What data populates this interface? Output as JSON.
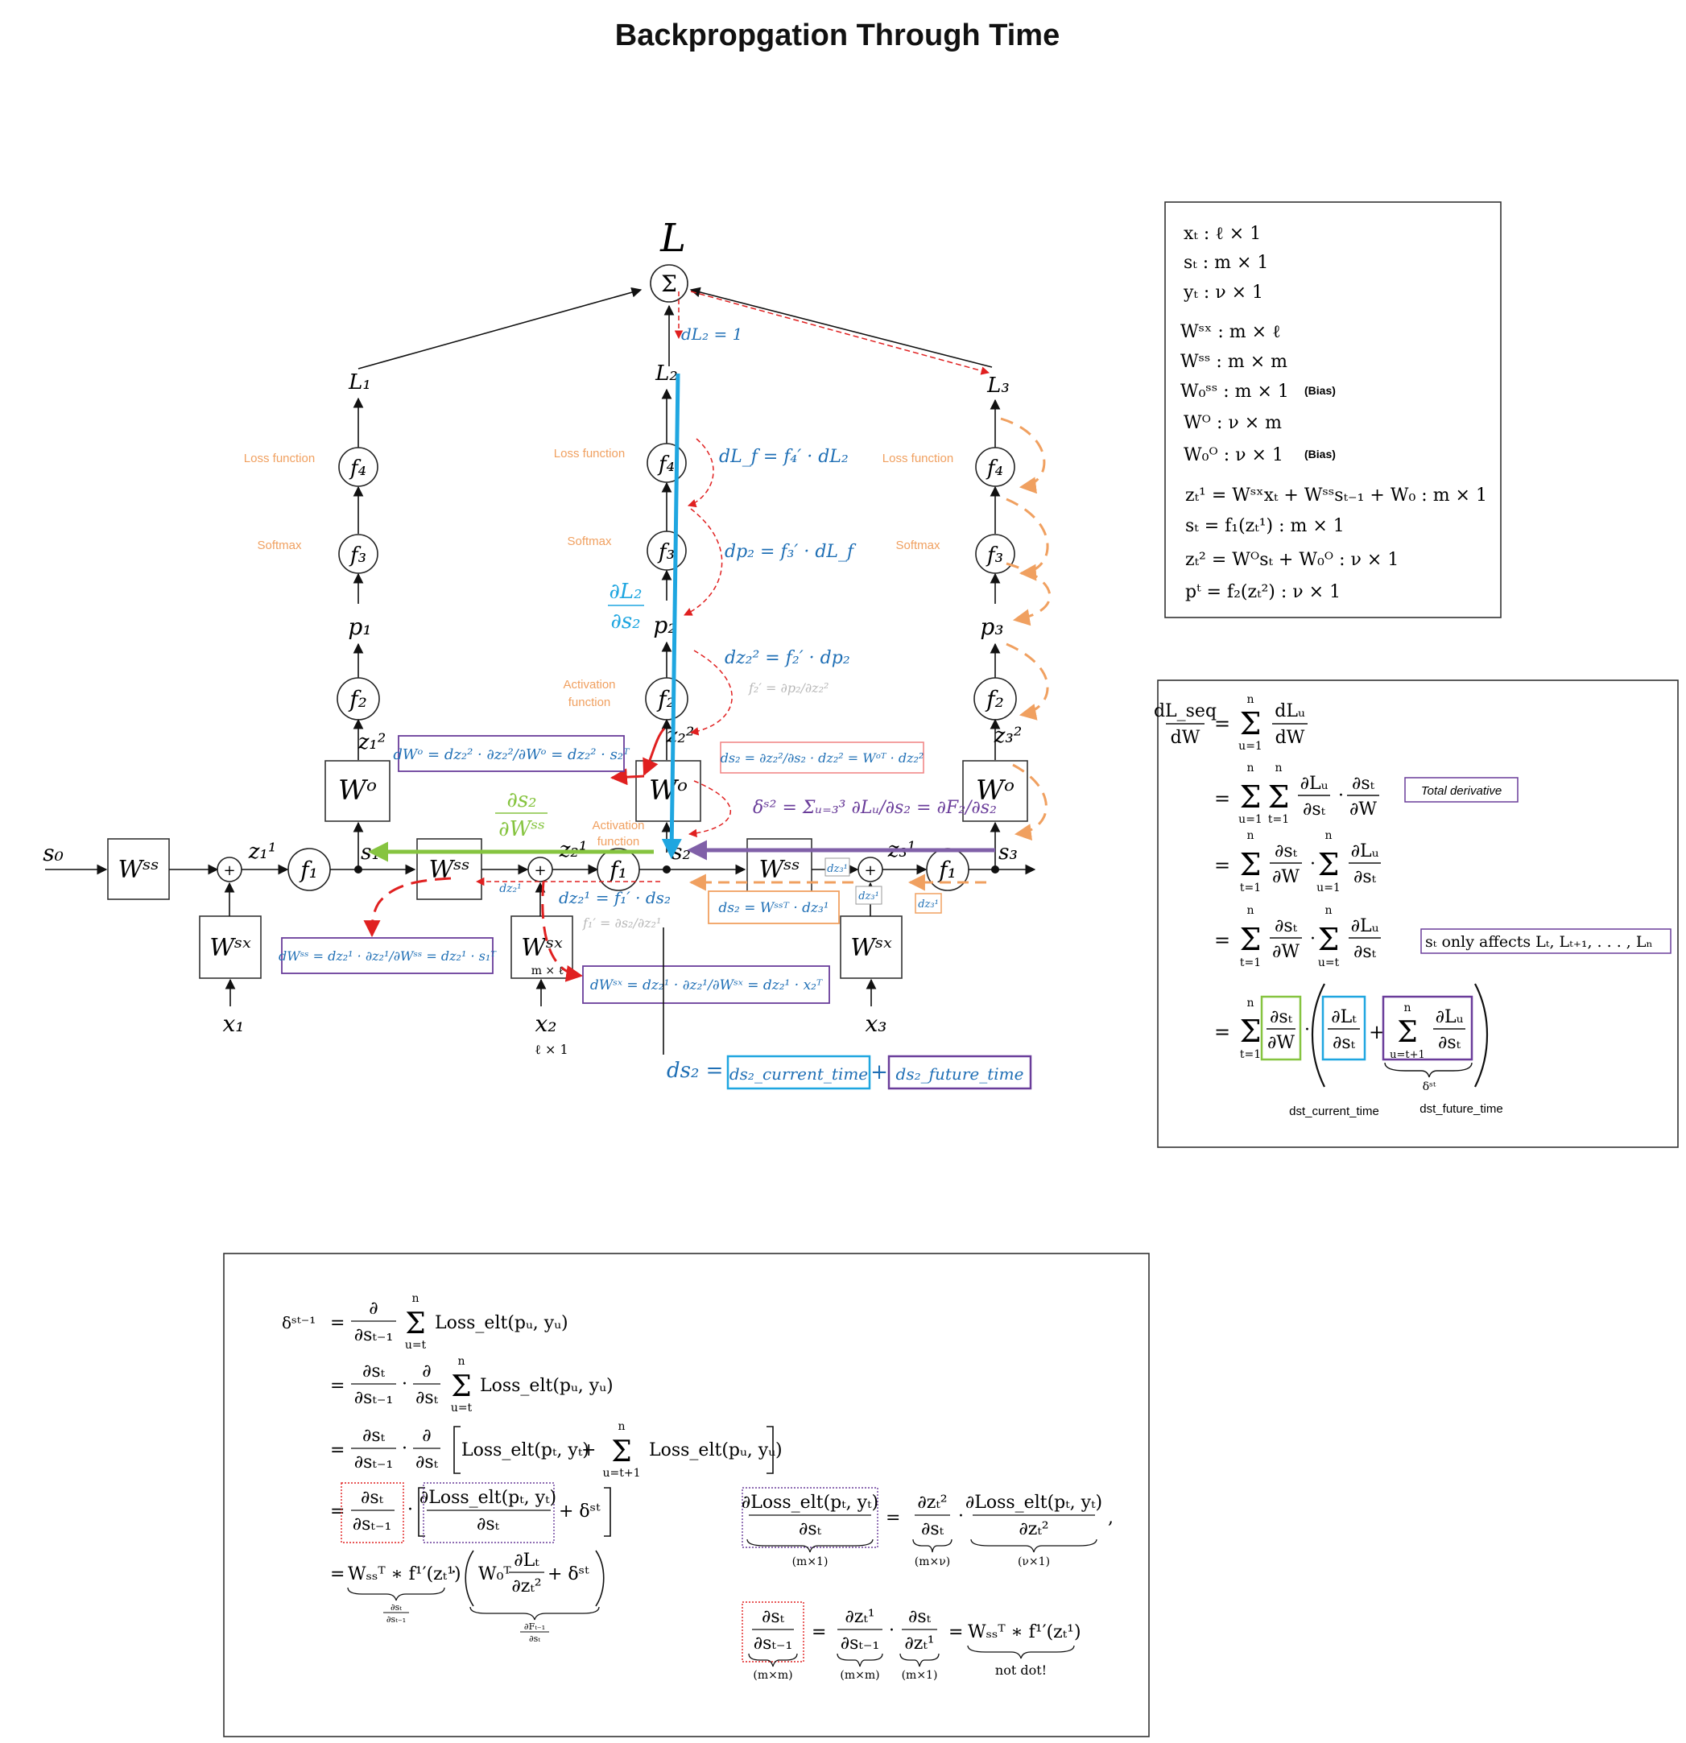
{
  "title": "Backpropgation Through Time",
  "diagram": {
    "L": "L",
    "sigma": "Σ",
    "loss_nodes": [
      "L₁",
      "L₂",
      "L₃"
    ],
    "f4": "f₄",
    "f3": "f₃",
    "f2": "f₂",
    "f1": "f₁",
    "p_nodes": [
      "p₁",
      "p₂",
      "p₃"
    ],
    "z2_nodes": [
      "z₁²",
      "z₂²",
      "z₃²"
    ],
    "z1_nodes": [
      "z₁¹",
      "z₂¹",
      "z₃¹"
    ],
    "s_nodes": [
      "s₀",
      "s₁",
      "s₂",
      "s₃"
    ],
    "x_nodes": [
      "x₁",
      "x₂",
      "x₃"
    ],
    "Wss": "Wˢˢ",
    "Wsx": "Wˢˣ",
    "Wo": "Wᵒ",
    "plus": "+",
    "label_loss": "Loss function",
    "label_softmax": "Softmax",
    "label_activation_1": "Activation",
    "label_activation_2": "function",
    "x2_dim": "ℓ × 1",
    "wsx_dim": "m × ℓ",
    "dL2": "dL₂ = 1",
    "dLf": "dL_f = f₄′ · dL₂",
    "dp2": "dp₂ = f₃′ · dL_f",
    "dz22": "dz₂² = f₂′ · dp₂",
    "f2prime": "f₂′ = ∂p₂/∂z₂²",
    "dL2_ds2_num": "∂L₂",
    "dL2_ds2_den": "∂s₂",
    "ds2_dWss_num": "∂s₂",
    "ds2_dWss_den": "∂Wˢˢ",
    "dWo_box": "dWᵒ = dz₂² · ∂z₂²/∂Wᵒ = dz₂² · s₂ᵀ",
    "ds2_box": "ds₂ = ∂z₂²/∂s₂ · dz₂² = Wᵒᵀ · dz₂²",
    "delta_s2": "δˢ² = Σᵤ₌₃³ ∂Lᵤ/∂s₂ = ∂F₂/∂s₂",
    "dz21": "dz₂¹ = f₁′ · ds₂",
    "f1prime": "f₁′ = ∂s₂/∂z₂¹",
    "dWss_box": "dWˢˢ = dz₂¹ · ∂z₂¹/∂Wˢˢ = dz₂¹ · s₁ᵀ",
    "dWsx_box": "dWˢˣ = dz₂¹ · ∂z₂¹/∂Wˢˣ = dz₂¹ · x₂ᵀ",
    "ds2_orange": "ds₂ = Wˢˢᵀ · dz₃¹",
    "dz31": "dz₃¹",
    "dz21_small": "dz₂¹",
    "ds2_eq": "ds₂ =",
    "ds2_current": "ds₂_current_time",
    "ds2_future": "ds₂_future_time",
    "plus_sign": "+"
  },
  "dims_panel": [
    "xₜ : ℓ × 1",
    "sₜ : m × 1",
    "yₜ : ν × 1",
    "Wˢˣ : m × ℓ",
    "Wˢˢ : m × m",
    "W₀ˢˢ : m × 1",
    "Wᴼ : ν × m",
    "W₀ᴼ : ν × 1",
    "zₜ¹ = Wˢˣxₜ + Wˢˢsₜ₋₁ + W₀ : m × 1",
    "sₜ = f₁(zₜ¹)  : m × 1",
    "zₜ² = Wᴼsₜ + W₀ᴼ    : ν × 1",
    "pᵗ = f₂(zₜ²)              : ν × 1"
  ],
  "bias_label": "(Bias)",
  "deriv_panel": {
    "lhs_num": "dL_seq",
    "lhs_den": "dW",
    "eq": "=",
    "sum_n": "n",
    "sum_u1": "u=1",
    "sum_t1": "t=1",
    "sum_ut": "u=t",
    "sum_ut1": "u=t+1",
    "dLu": "dLᵤ",
    "dW": "dW",
    "pLu": "∂Lᵤ",
    "pst": "∂sₜ",
    "pW": "∂W",
    "pLt": "∂Lₜ",
    "dot": "·",
    "plus": "+",
    "sigma": "Σ",
    "delta_st": "δˢᵗ",
    "total_derivative": "Total derivative",
    "only_affects": "sₜ only affects Lₜ, Lₜ₊₁, . . . , Lₙ",
    "dst_current": "dst_current_time",
    "dst_future": "dst_future_time"
  },
  "bottom_panel": {
    "delta": "δˢᵗ⁻¹",
    "eq": "=",
    "partial": "∂",
    "p_st1": "∂sₜ₋₁",
    "p_st": "∂sₜ",
    "sum_n": "n",
    "sum_ut": "u=t",
    "sum_ut1": "u=t+1",
    "loss_u": "Loss_elt(pᵤ, yᵤ)",
    "loss_t": "Loss_elt(pₜ, yₜ)",
    "ploss_t": "∂Loss_elt(pₜ, yₜ)",
    "plus_delta": "+ δˢᵗ",
    "wss_term": "Wₛₛᵀ ∗ f¹′(zₜ¹)",
    "w0_term": "W₀ᵀ",
    "pLt": "∂Lₜ",
    "pzt2": "∂zₜ²",
    "pzt1": "∂zₜ¹",
    "brace1_num": "∂sₜ",
    "brace1_den": "∂sₜ₋₁",
    "brace2_num": "∂Fₜ₋₁",
    "brace2_den": "∂sₜ",
    "dim_m1": "(m×1)",
    "dim_mv": "(m×ν)",
    "dim_v1": "(ν×1)",
    "dim_mm": "(m×m)",
    "comma": ",",
    "not_dot": "not dot!"
  },
  "colors": {
    "blue": "#1f6fb5",
    "cyan": "#1fa6e0",
    "green": "#86c440",
    "purple": "#6a3d9a",
    "orange": "#f0a060",
    "red": "#e02020",
    "label_orange": "#f0a060"
  }
}
